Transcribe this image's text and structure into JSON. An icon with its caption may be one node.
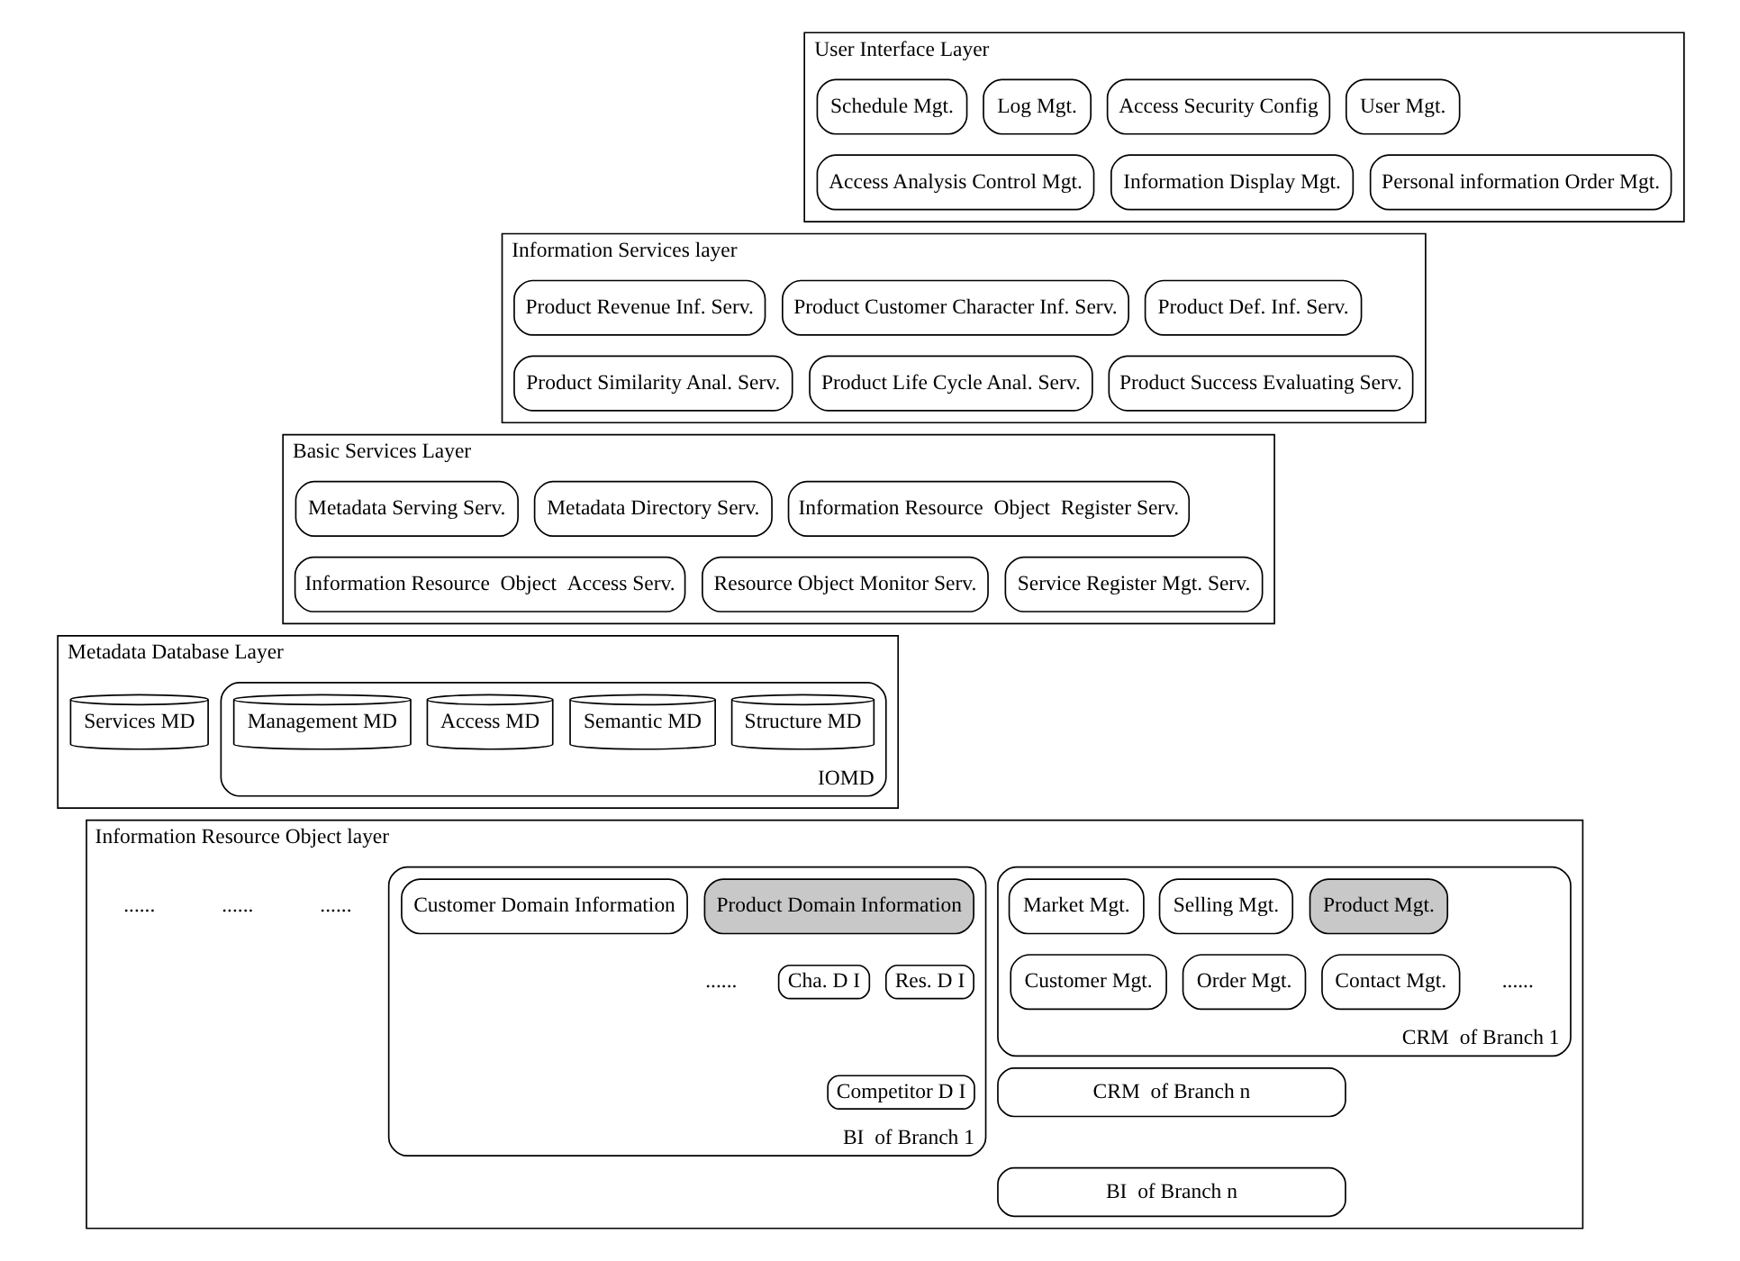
{
  "diagram": {
    "nodes": [
      {
        "text": [
          "User Interface Layer"
        ]
      },
      {
        "text": [
          "User Mgt."
        ],
        "in": 0
      },
      {
        "text": [
          "Access Security Config"
        ],
        "in": 0
      },
      {
        "text": [
          "Log Mgt."
        ],
        "in": 0
      },
      {
        "text": [
          "Schedule Mgt."
        ],
        "in": 0
      },
      {
        "text": [
          "Access Analysis Control Mgt."
        ],
        "in": 0
      },
      {
        "text": [
          "Information Display Mgt."
        ],
        "in": 0
      },
      {
        "text": [
          "Personal information Order Mgt."
        ],
        "in": 0
      },
      {
        "text": [
          "Information Services layer"
        ]
      },
      {
        "text": [
          "Product Def. Inf. Serv."
        ],
        "in": 8
      },
      {
        "text": [
          "Product Customer Character Inf. Serv."
        ],
        "in": 8
      },
      {
        "text": [
          "Product Revenue Inf. Serv."
        ],
        "in": 8
      },
      {
        "text": [
          "Product Similarity Anal. Serv."
        ],
        "in": 8
      },
      {
        "text": [
          "Product Life Cycle Anal. Serv."
        ],
        "in": 8
      },
      {
        "text": [
          "Product Success Evaluating Serv."
        ],
        "in": 8
      },
      {
        "text": [
          "Basic Services Layer"
        ]
      },
      {
        "text": [
          "Information Resource  Object  Register Serv."
        ],
        "in": 15
      },
      {
        "text": [
          "Metadata Directory Serv."
        ],
        "in": 15
      },
      {
        "text": [
          "Metadata Serving Serv."
        ],
        "in": 15
      },
      {
        "text": [
          "Information Resource  Object  Access Serv."
        ],
        "in": 15
      },
      {
        "text": [
          "Resource Object Monitor Serv."
        ],
        "in": 15
      },
      {
        "text": [
          "Service Register Mgt. Serv."
        ],
        "in": 15
      },
      {
        "text": [
          "Metadata Database Layer"
        ]
      },
      {
        "text": [
          "IOMD"
        ],
        "in": 22
      },
      {
        "text": [
          "Structure MD"
        ],
        "in": 23
      },
      {
        "text": [
          "Semantic MD"
        ],
        "in": 23
      },
      {
        "text": [
          "Access MD"
        ],
        "in": 23
      },
      {
        "text": [
          "Management MD"
        ],
        "in": 23
      },
      {
        "text": [
          "Services MD"
        ],
        "in": 22
      },
      {
        "text": [
          "Information Resource Object layer"
        ]
      },
      {
        "text": [
          "CRM  of Branch n"
        ],
        "in": 29
      },
      {
        "text": [
          "CRM  of Branch 1"
        ],
        "in": 29
      },
      {
        "text": [
          "Product Mgt."
        ],
        "in": 31
      },
      {
        "text": [
          "Selling Mgt."
        ],
        "in": 31
      },
      {
        "text": [
          "Market Mgt."
        ],
        "in": 31
      },
      {
        "text": [
          "Customer Mgt."
        ],
        "in": 31
      },
      {
        "text": [
          "Order Mgt."
        ],
        "in": 31
      },
      {
        "text": [
          "Contact Mgt."
        ],
        "in": 31
      },
      {
        "text": [
          "BI  of Branch n"
        ],
        "in": 29
      },
      {
        "text": [
          "BI  of Branch 1"
        ],
        "in": 29
      },
      {
        "text": [
          "Product Domain Information"
        ],
        "in": 39
      },
      {
        "text": [
          "Customer Domain Information"
        ],
        "in": 39
      },
      {
        "text": [
          "Res. D I"
        ],
        "in": 39
      },
      {
        "text": [
          "Cha. D I"
        ],
        "in": 39
      },
      {
        "text": [
          "Competitor D I"
        ],
        "in": 39
      }
    ],
    "edges": [],
    "labels": [
      "......",
      "......",
      "......",
      "......",
      "......"
    ]
  }
}
